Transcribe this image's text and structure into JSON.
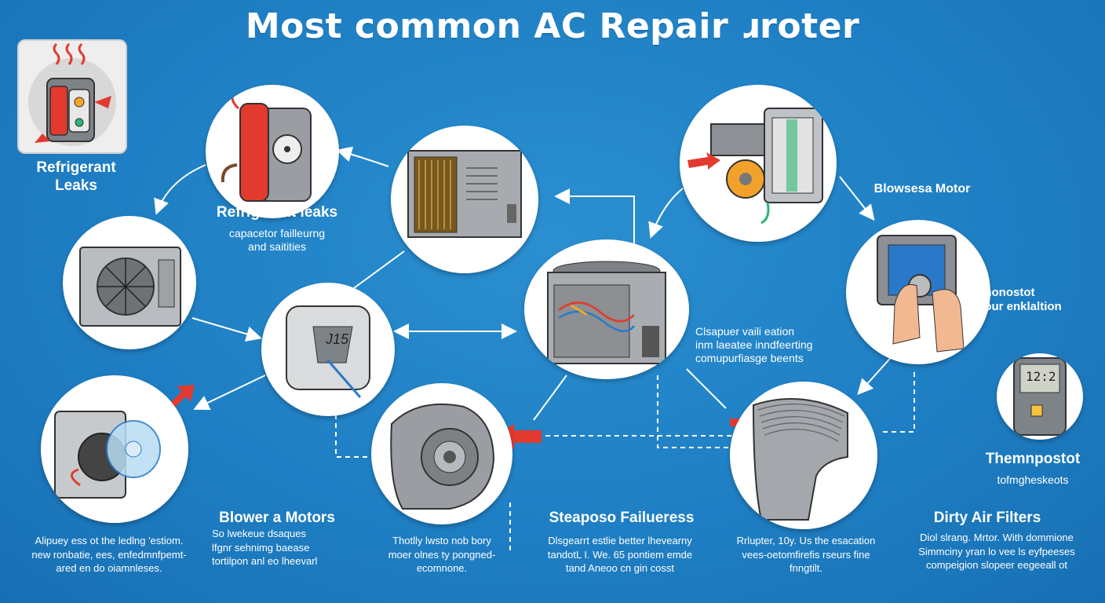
{
  "title": "Most common AC Repair ɹroter",
  "labels": {
    "refrigerant_tile": "Refrigerant\nLeaks",
    "refrigerant_circle": {
      "heading": "Refrigerant leaks",
      "sub": "capacetor failleurng\nand saitities"
    },
    "blower_motor_right": "Blowsesa Motor",
    "thermostat_install": "Jhonostot\nvour enklaltion",
    "capacitor_desc": "Clsapuer vaili eation\ninm laeatee inndfeerting\ncomupurfiasge beents",
    "thermostat": {
      "heading": "Themnpostot",
      "sub": "tofmgheskeots"
    },
    "blower_motors": {
      "heading": "Blower a Motors",
      "sub": "So lwekeue dsaques\nlfgnr sehnimg baease\ntortilpon anl eo lheevarl"
    },
    "steaposo": {
      "heading": "Steaposo Failueress"
    },
    "dirty_filters": {
      "heading": "Dirty Air Filters"
    }
  },
  "bottom_text": {
    "col1": "Alipuey ess ot the ledlng 'estiom.\nnew ronbatie, ees, enfedmnfpemt-\nared en do oiamnleses.",
    "col2": "Thotlly lwsto nob bory\nmoer olnes ty pongned-\necomnone.",
    "col3": "Dlsgearrt estlie better lhevearny\ntandotL I. We. 65 pontiem emde\ntand Aneoo cn gin cosst",
    "col4": "Rrlupter, 10y. Us the esacation\nvees-oetomfirefis rseurs fine\nfnngtilt.",
    "col5": "Diol slrang. Mrtor. With dommione\nSimmciny yran lo vee ls eyfpeeses\ncompeigion slopeer eegeeall ot"
  },
  "thermostat_display": "12:2",
  "remote_display": "J15",
  "colors": {
    "background": "#1f7fc4",
    "arrow": "#ffffff",
    "accent_red": "#e23a2e",
    "unit_gray": "#8c8f93"
  },
  "icons": [
    "heat-waves-icon",
    "outdoor-ac-unit-icon",
    "remote-control-icon",
    "capacitor-icon",
    "blower-fan-icon",
    "air-filter-icon",
    "thermostat-icon",
    "blower-motor-icon"
  ]
}
